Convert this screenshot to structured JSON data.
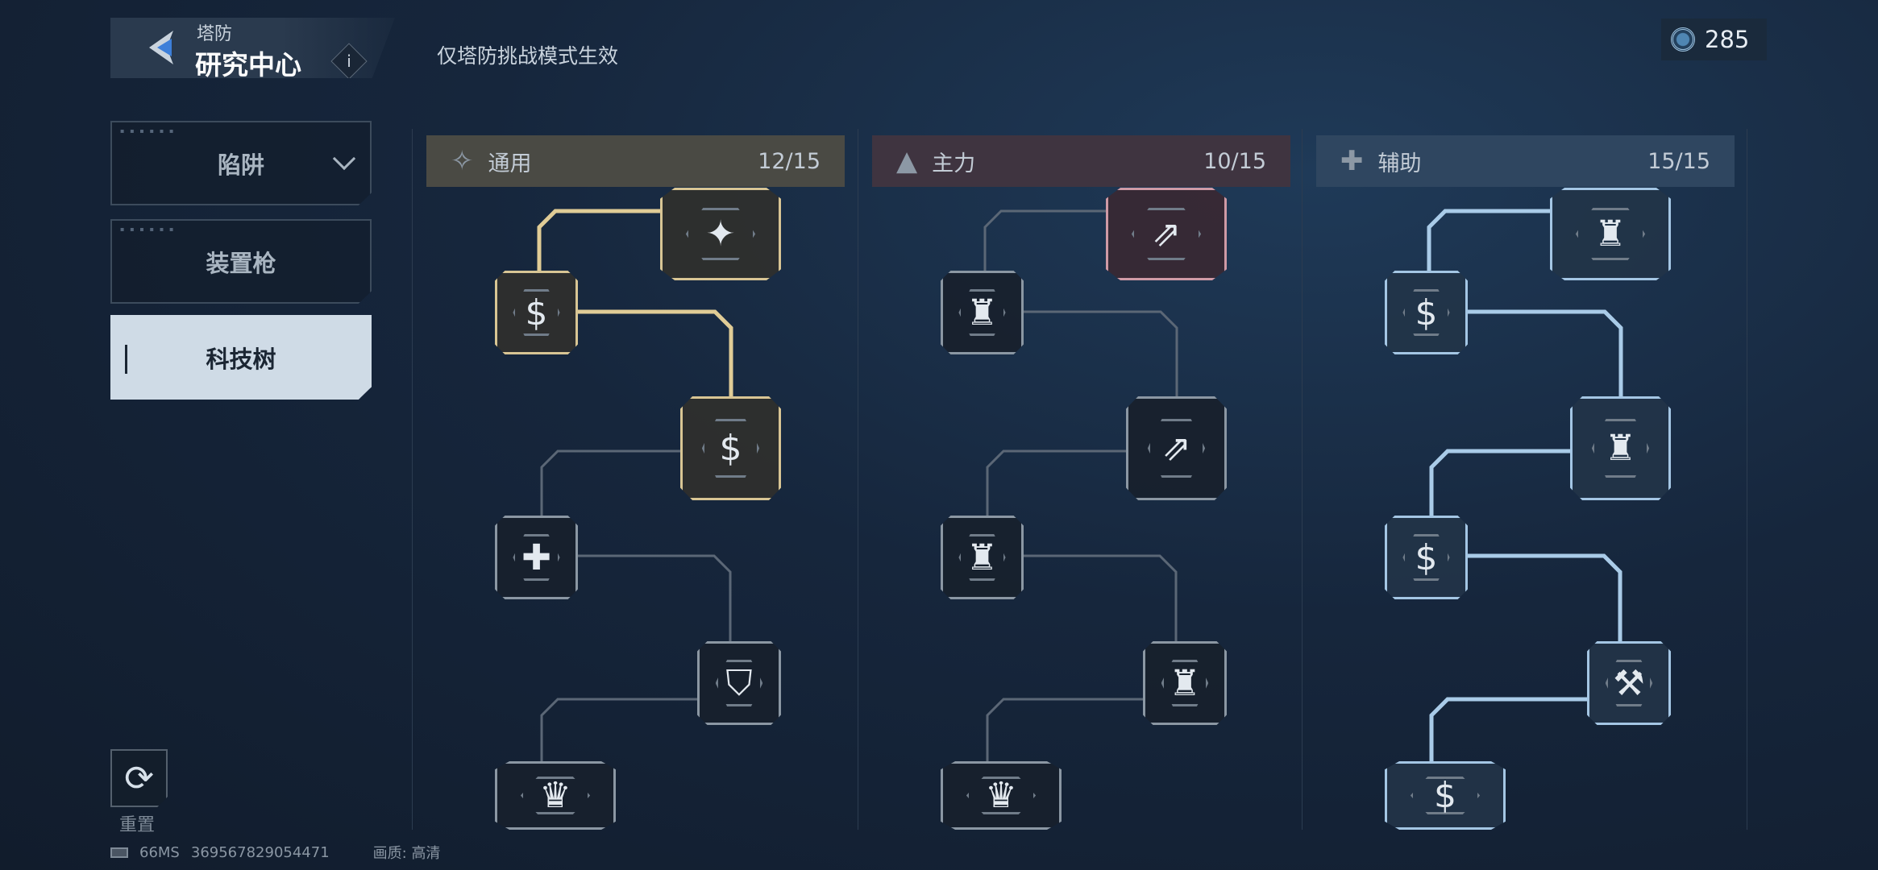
{
  "header": {
    "subtitle": "塔防",
    "title": "研究中心",
    "info_label": "i",
    "notice": "仅塔防挑战模式生效"
  },
  "currency": {
    "value": "285",
    "icon": "research-token-icon"
  },
  "sidebar": {
    "items": [
      {
        "label": "陷阱",
        "selected": false,
        "dropdown": true
      },
      {
        "label": "装置枪",
        "selected": false
      },
      {
        "label": "科技树",
        "selected": true
      }
    ]
  },
  "reset": {
    "label": "重置"
  },
  "footer": {
    "ping": "66MS",
    "id": "369567829054471",
    "quality": "画质: 高清"
  },
  "colors": {
    "gold": "#d8c594",
    "blue": "#a4c6e4",
    "pink": "#cf9aa6",
    "gray": "#8b97a3"
  },
  "columns": [
    {
      "name": "通用",
      "icon": "diamond-star-icon",
      "progress": "12/15",
      "header_bg": "#4a4a44",
      "nodes": [
        {
          "icon": "star-burst-icon",
          "glyph": "✦",
          "state": "gold"
        },
        {
          "icon": "dollar-icon",
          "glyph": "$",
          "state": "gold"
        },
        {
          "icon": "dollar-wrench-icon",
          "glyph": "$",
          "state": "gold"
        },
        {
          "icon": "heart-plus-icon",
          "glyph": "✚",
          "state": "gray"
        },
        {
          "icon": "shield-icon",
          "glyph": "⛉",
          "state": "gray"
        },
        {
          "icon": "crown-icon",
          "glyph": "♛",
          "state": "gray"
        }
      ],
      "links": [
        "gold",
        "gold",
        "gray",
        "gray",
        "gray"
      ]
    },
    {
      "name": "主力",
      "icon": "triangle-icon",
      "progress": "10/15",
      "header_bg": "#3f3440",
      "nodes": [
        {
          "icon": "missiles-icon",
          "glyph": "⇗",
          "state": "pink"
        },
        {
          "icon": "tower-icon",
          "glyph": "♜",
          "state": "gray"
        },
        {
          "icon": "missiles-icon",
          "glyph": "⇗",
          "state": "gray"
        },
        {
          "icon": "tower-icon",
          "glyph": "♜",
          "state": "gray"
        },
        {
          "icon": "tower-icon",
          "glyph": "♜",
          "state": "gray"
        },
        {
          "icon": "crown-icon",
          "glyph": "♛",
          "state": "gray"
        }
      ],
      "links": [
        "gray",
        "gray",
        "gray",
        "gray",
        "gray"
      ]
    },
    {
      "name": "辅助",
      "icon": "plus-icon",
      "progress": "15/15",
      "header_bg": "#2f4660",
      "nodes": [
        {
          "icon": "tower-plus-icon",
          "glyph": "♜",
          "state": "blue"
        },
        {
          "icon": "dollar-icon",
          "glyph": "$",
          "state": "blue"
        },
        {
          "icon": "tower-icon",
          "glyph": "♜",
          "state": "blue"
        },
        {
          "icon": "dollar-wrench-icon",
          "glyph": "$",
          "state": "blue"
        },
        {
          "icon": "wrench-icon",
          "glyph": "⚒",
          "state": "blue"
        },
        {
          "icon": "dollar-icon",
          "glyph": "$",
          "state": "blue"
        }
      ],
      "links": [
        "blue",
        "blue",
        "blue",
        "blue",
        "blue"
      ]
    }
  ]
}
